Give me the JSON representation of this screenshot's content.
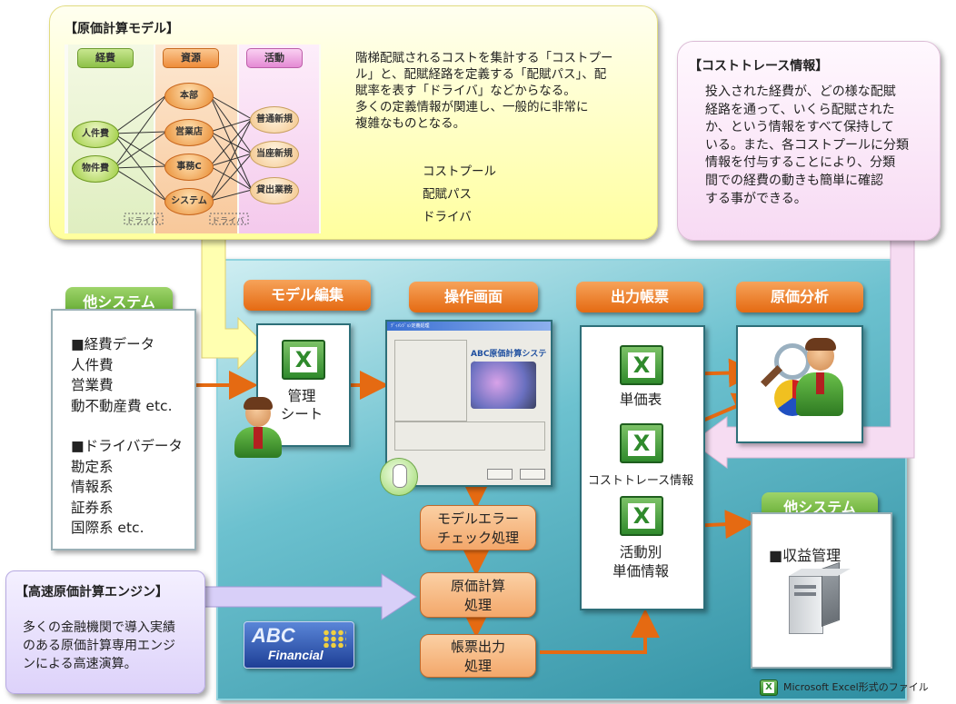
{
  "model_callout": {
    "title": "【原価計算モデル】",
    "description": [
      "階梯配賦されるコストを集計する「コストプー",
      "ル」と、配賦経路を定義する「配賦パス」、配",
      "賦率を表す「ドライバ」などからなる。",
      "多くの定義情報が関連し、一般的に非常に",
      "複雑なものとなる。"
    ],
    "legend": {
      "pool": "コストプール",
      "path": "配賦パス",
      "driver": "ドライバ"
    },
    "diagram": {
      "categories": [
        "経費",
        "資源",
        "活動"
      ],
      "expense_nodes": [
        "人件費",
        "物件費"
      ],
      "resource_nodes": [
        "本部",
        "営業店",
        "事務C",
        "システム"
      ],
      "activity_nodes": [
        "普通新規",
        "当座新規",
        "貸出業務"
      ],
      "driver_labels": [
        "ドライバ",
        "ドライバ"
      ]
    }
  },
  "trace_callout": {
    "title": "【コストトレース情報】",
    "description": [
      "投入された経費が、どの様な配賦",
      "経路を通って、いくら配賦された",
      "か、という情報をすべて保持して",
      "いる。また、各コストプールに分類",
      "情報を付与することにより、分類",
      "間での経費の動きも簡単に確認",
      "する事ができる。"
    ]
  },
  "other_system_left": {
    "header": "他システム",
    "items": [
      "■経費データ",
      "人件費",
      "営業費",
      "動不動産費 etc.",
      "■ドライバデータ",
      "勘定系",
      "情報系",
      "証券系",
      "国際系 etc."
    ]
  },
  "engine_callout": {
    "title": "【高速原価計算エンジン】",
    "description": [
      "多くの金融機関で導入実績",
      "のある原価計算専用エンジ",
      "ンによる高速演算。"
    ]
  },
  "sections": {
    "model_edit": {
      "header": "モデル編集",
      "label": [
        "管理",
        "シート"
      ]
    },
    "operation": {
      "header": "操作画面"
    },
    "output": {
      "header": "出力帳票",
      "items": [
        "単価表",
        "コストトレース情報",
        "活動別",
        "単価情報"
      ]
    },
    "analysis": {
      "header": "原価分析"
    }
  },
  "process_steps": [
    [
      "モデルエラー",
      "チェック処理"
    ],
    [
      "原価計算",
      "処理"
    ],
    [
      "帳票出力",
      "処理"
    ]
  ],
  "other_system_right": {
    "header": "他システム",
    "item": "■収益管理"
  },
  "screenshot": {
    "title": "ABC原価計算システム",
    "window_title": "ﾃﾞｨﾒﾝｼﾞｮﾝ定義処理"
  },
  "logo": {
    "line1": "ABC",
    "line2": "Financial"
  },
  "footer_legend": "Microsoft Excel形式のファイル",
  "xl_glyph": "X",
  "colors": {
    "panel": "#3fa1b3",
    "orange": "#e56a12",
    "green": "#5aa42a",
    "yellow": "#ffffc6",
    "pink": "#fbe6f7",
    "lavender": "#e3dcfb"
  }
}
